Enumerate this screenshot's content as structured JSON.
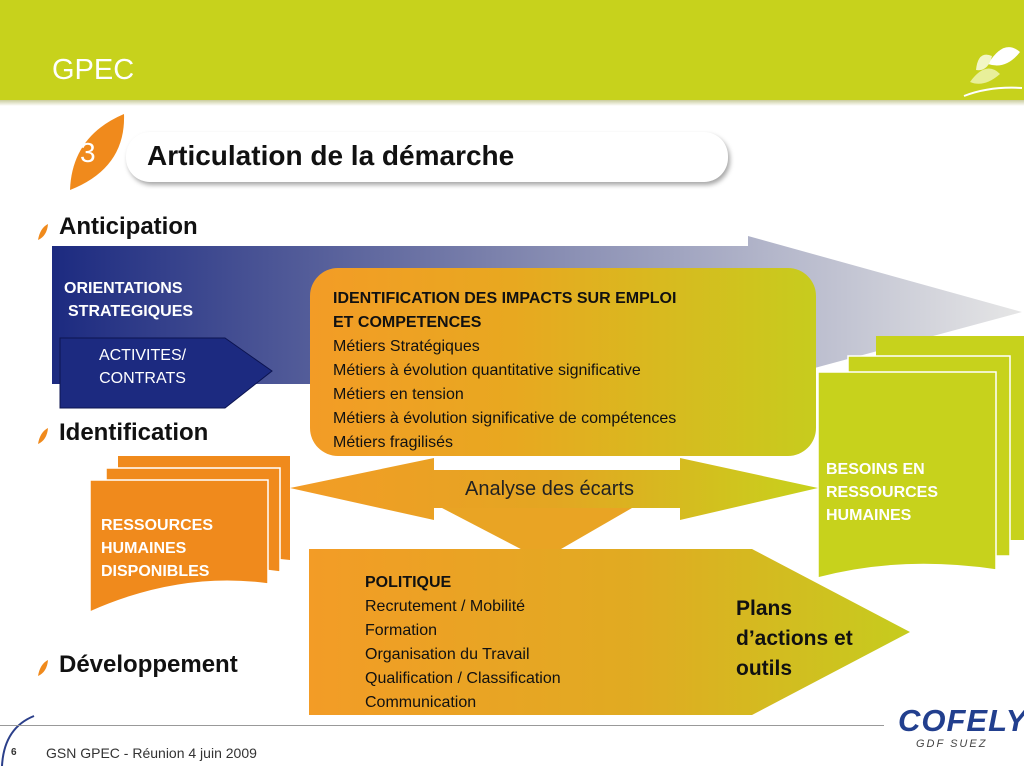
{
  "header": {
    "title": "GPEC"
  },
  "step": {
    "number": "3",
    "title": "Articulation de la démarche"
  },
  "bullets": {
    "anticipation": "Anticipation",
    "identification": "Identification",
    "developpement": "Développement"
  },
  "orientations": {
    "line1": "ORIENTATIONS",
    "line2": "STRATEGIQUES"
  },
  "activites": {
    "line1": "ACTIVITES/",
    "line2": "CONTRATS"
  },
  "impacts": {
    "heading1": "IDENTIFICATION DES IMPACTS SUR EMPLOI",
    "heading2": "ET COMPETENCES",
    "items": [
      "Métiers Stratégiques",
      "Métiers à évolution quantitative significative",
      "Métiers en tension",
      "Métiers à évolution significative de compétences",
      "Métiers fragilisés"
    ]
  },
  "ressources": {
    "line1": "RESSOURCES",
    "line2": "HUMAINES",
    "line3": "DISPONIBLES"
  },
  "besoins": {
    "line1": "BESOINS EN",
    "line2": "RESSOURCES",
    "line3": "HUMAINES"
  },
  "analyse": {
    "label": "Analyse des écarts"
  },
  "politique": {
    "heading": "POLITIQUE",
    "items": [
      "Recrutement / Mobilité",
      "Formation",
      "Organisation du Travail",
      "Qualification / Classification",
      "Communication"
    ]
  },
  "plans": {
    "line1": "Plans",
    "line2": "d’actions et",
    "line3": "outils"
  },
  "footer": {
    "page": "6",
    "text": "GSN GPEC - Réunion 4 juin 2009"
  },
  "logo": {
    "name": "COFELY",
    "sub": "GDF SUEZ"
  },
  "colors": {
    "lime": "#c7d21c",
    "orange": "#f39c26",
    "navy": "#1c2a80"
  }
}
